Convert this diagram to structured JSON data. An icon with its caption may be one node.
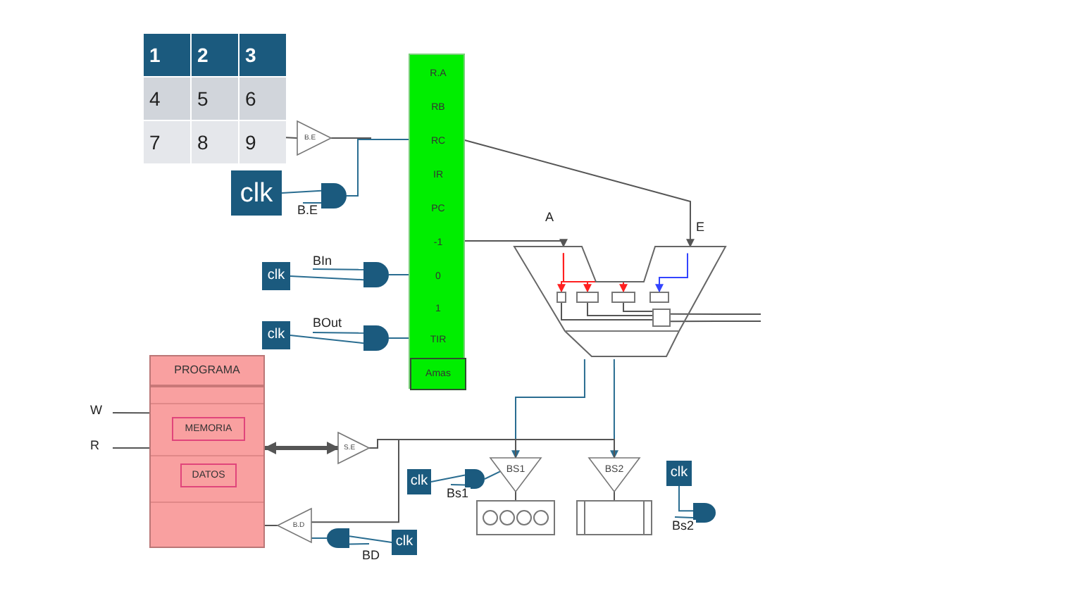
{
  "diagram": {
    "nodes": [
      {
        "text": [],
        "shape": "box"
      },
      {
        "text": [],
        "shape": "box"
      },
      {
        "text": [
          "R.A"
        ],
        "in": 1
      },
      {
        "text": [
          "RB"
        ],
        "in": 1
      },
      {
        "text": [
          "RC"
        ],
        "in": 1
      },
      {
        "text": [
          "IR"
        ],
        "in": 1
      },
      {
        "text": [
          "PC"
        ],
        "in": 1
      },
      {
        "text": [
          "-1"
        ],
        "in": 1
      },
      {
        "text": [
          "0"
        ],
        "in": 1
      },
      {
        "text": [
          "1"
        ],
        "in": 1
      },
      {
        "text": [
          "TIR"
        ],
        "in": 1
      },
      {
        "text": [
          "Amas"
        ],
        "in": 1
      },
      {
        "text": [
          "B.E"
        ]
      },
      {
        "text": [
          "clk"
        ]
      },
      {
        "text": [],
        "shape": "gate"
      },
      {
        "text": [
          "clk"
        ]
      },
      {
        "text": [],
        "shape": "gate"
      },
      {
        "text": [
          "clk"
        ]
      },
      {
        "text": [],
        "shape": "gate"
      },
      {
        "text": [],
        "shape": "trapezoid"
      },
      {
        "text": [],
        "shape": "box",
        "in": 19
      },
      {
        "text": [],
        "shape": "box",
        "in": 19
      },
      {
        "text": [],
        "shape": "box",
        "in": 19
      },
      {
        "text": [],
        "shape": "box",
        "in": 19
      },
      {
        "text": [],
        "shape": "box",
        "in": 19
      },
      {
        "text": [
          "PROGRAMA"
        ]
      },
      {
        "text": [
          "MEMORIA"
        ],
        "in": 25
      },
      {
        "text": [
          "DATOS"
        ],
        "in": 25
      },
      {
        "text": [
          "S.E"
        ]
      },
      {
        "text": [
          "B.D"
        ]
      },
      {
        "text": [],
        "shape": "gate"
      },
      {
        "text": [
          "clk"
        ]
      },
      {
        "text": [
          "BS1"
        ]
      },
      {
        "text": [
          "BS2"
        ]
      },
      {
        "text": [
          "clk"
        ]
      },
      {
        "text": [],
        "shape": "gate"
      },
      {
        "text": [],
        "shape": "box"
      },
      {
        "text": [],
        "shape": "box"
      },
      {
        "text": [
          "clk"
        ]
      },
      {
        "text": [],
        "shape": "gate"
      }
    ],
    "edges": [
      {
        "from": 0,
        "to": 12,
        "arrow": "none"
      },
      {
        "from": 12,
        "to": 4,
        "arrow": "none"
      },
      {
        "from": 13,
        "to": 14,
        "arrow": "none",
        "color": "#2a6d91"
      },
      {
        "from": 14,
        "to": 4,
        "arrow": "none",
        "color": "#2a6d91"
      },
      {
        "from": null,
        "to": 14,
        "arrow": "none",
        "label": "B.E",
        "color": "#2a6d91"
      },
      {
        "from": 4,
        "to": 19,
        "arrow": "to",
        "label": "E"
      },
      {
        "from": 7,
        "to": 19,
        "arrow": "to",
        "label": "A"
      },
      {
        "from": 15,
        "to": 16,
        "arrow": "none",
        "color": "#2a6d91"
      },
      {
        "from": null,
        "to": 16,
        "arrow": "none",
        "label": "BIn",
        "color": "#2a6d91"
      },
      {
        "from": 16,
        "to": 8,
        "arrow": "none",
        "color": "#2a6d91"
      },
      {
        "from": 17,
        "to": 18,
        "arrow": "none",
        "color": "#2a6d91"
      },
      {
        "from": null,
        "to": 18,
        "arrow": "none",
        "label": "BOut",
        "color": "#2a6d91"
      },
      {
        "from": 18,
        "to": 10,
        "arrow": "none",
        "color": "#2a6d91"
      },
      {
        "from": 19,
        "to": 32,
        "arrow": "to",
        "color": "#2a6d91"
      },
      {
        "from": 19,
        "to": 33,
        "arrow": "to",
        "color": "#2a6d91"
      },
      {
        "from": null,
        "to": 25,
        "arrow": "none",
        "label": "W"
      },
      {
        "from": null,
        "to": 25,
        "arrow": "none",
        "label": "R"
      },
      {
        "from": 25,
        "to": 28,
        "arrow": "both",
        "style": "thick"
      },
      {
        "from": 28,
        "to": 32,
        "arrow": "none"
      },
      {
        "from": 28,
        "to": 33,
        "arrow": "none"
      },
      {
        "from": 28,
        "to": 29,
        "arrow": "none"
      },
      {
        "from": 29,
        "to": 25,
        "arrow": "none"
      },
      {
        "from": 31,
        "to": 30,
        "arrow": "none",
        "color": "#2a6d91"
      },
      {
        "from": null,
        "to": 30,
        "arrow": "none",
        "label": "BD",
        "color": "#2a6d91"
      },
      {
        "from": 30,
        "to": 29,
        "arrow": "none",
        "color": "#2a6d91"
      },
      {
        "from": 32,
        "to": 36,
        "arrow": "none"
      },
      {
        "from": 33,
        "to": 37,
        "arrow": "none"
      },
      {
        "from": 34,
        "to": 35,
        "arrow": "none",
        "color": "#2a6d91"
      },
      {
        "from": null,
        "to": 35,
        "arrow": "none",
        "label": "Bs1",
        "color": "#2a6d91"
      },
      {
        "from": 35,
        "to": 32,
        "arrow": "none",
        "color": "#2a6d91"
      },
      {
        "from": 38,
        "to": 39,
        "arrow": "none",
        "color": "#2a6d91"
      },
      {
        "from": null,
        "to": 39,
        "arrow": "none",
        "label": "Bs2",
        "color": "#2a6d91"
      },
      {
        "from": 19,
        "to": 20,
        "arrow": "to",
        "color": "#ff2020"
      },
      {
        "from": 19,
        "to": 21,
        "arrow": "to",
        "color": "#ff2020"
      },
      {
        "from": 19,
        "to": 22,
        "arrow": "to",
        "color": "#ff2020"
      },
      {
        "from": 19,
        "to": 23,
        "arrow": "to",
        "color": "#3344ff"
      },
      {
        "from": 20,
        "to": 24,
        "arrow": "none"
      },
      {
        "from": 21,
        "to": 24,
        "arrow": "none"
      },
      {
        "from": 22,
        "to": 24,
        "arrow": "none"
      },
      {
        "from": 24,
        "to": null,
        "arrow": "none"
      },
      {
        "from": 24,
        "to": null,
        "arrow": "none"
      }
    ],
    "labels": [
      "1",
      "2",
      "3",
      "4",
      "5",
      "6",
      "7",
      "8",
      "9"
    ]
  }
}
